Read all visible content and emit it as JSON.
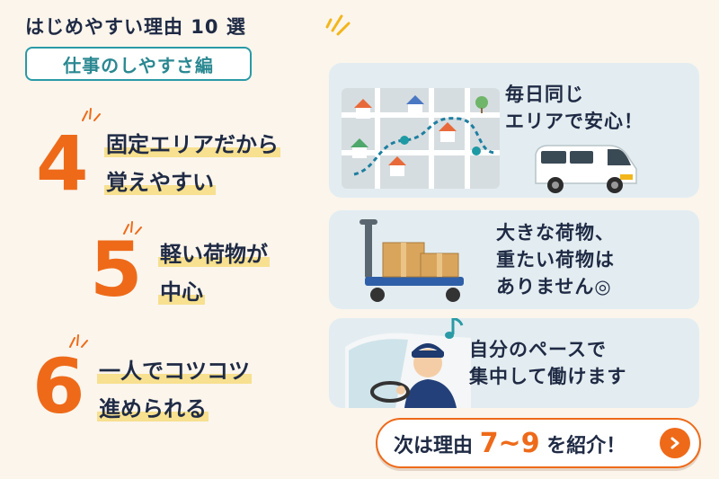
{
  "header": {
    "title": "はじめやすい理由 10 選",
    "subtitle": "仕事のしやすさ編"
  },
  "features": [
    {
      "number": "4",
      "line1": "固定エリアだから",
      "line2": "覚えやすい",
      "card_line1": "毎日同じ",
      "card_line2": "エリアで安心！"
    },
    {
      "number": "5",
      "line1": "軽い荷物が",
      "line2": "中心",
      "card_line1": "大きな荷物、",
      "card_line2": "重たい荷物は",
      "card_line3": "ありません◎"
    },
    {
      "number": "6",
      "line1": "一人でコツコツ",
      "line2": "進められる",
      "card_line1": "自分のペースで",
      "card_line2": "集中して働けます"
    }
  ],
  "cta": {
    "prefix": "次は理由",
    "range": "7~9",
    "suffix": "を紹介！"
  },
  "colors": {
    "background": "#fbf5ec",
    "accent_orange": "#ee6a19",
    "teal": "#2a9aa5",
    "navy_text": "#1f2a44",
    "highlight_yellow": "#f7e08f",
    "card_bg": "#e3edf1"
  },
  "icons": [
    "sparkle-icon",
    "map-icon",
    "van-icon",
    "cart-with-boxes-icon",
    "driver-icon",
    "music-note-icon",
    "chevron-right-icon"
  ]
}
